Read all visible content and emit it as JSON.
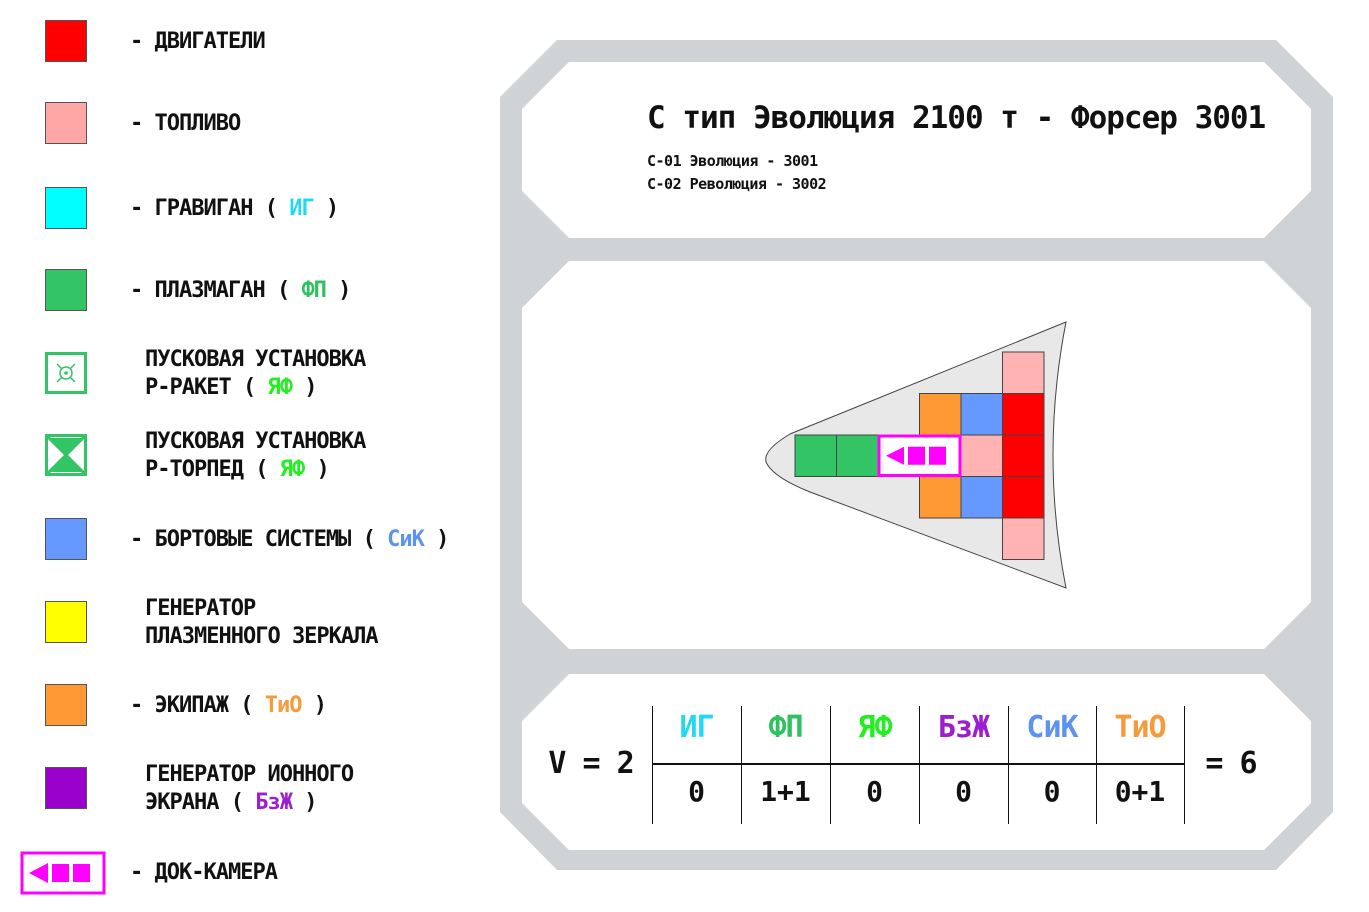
{
  "legend": [
    {
      "prefix": "- ДВИГАТЕЛИ",
      "color": "#ff0000",
      "icon": "solid-square"
    },
    {
      "prefix": "- ТОПЛИВО",
      "color": "#ffa6a6",
      "icon": "solid-square"
    },
    {
      "prefix": "- ГРАВИГАН ( ",
      "code": "ИГ",
      "suffix": " )",
      "color": "#00ffff",
      "icon": "solid-square"
    },
    {
      "prefix": "- ПЛАЗМАГАН ( ",
      "code": "ФП",
      "suffix": " )",
      "color": "#33c466",
      "icon": "solid-square"
    },
    {
      "line1": "ПУСКОВАЯ УСТАНОВКА",
      "prefix": "Р-РАКЕТ ( ",
      "code": "ЯФ",
      "suffix": " )",
      "color": "#33c466",
      "icon": "missile-launcher-icon"
    },
    {
      "line1": "ПУСКОВАЯ УСТАНОВКА",
      "prefix": "Р-ТОРПЕД ( ",
      "code": "ЯФ",
      "suffix": " )",
      "color": "#33c466",
      "icon": "torpedo-launcher-icon"
    },
    {
      "prefix": "- БОРТОВЫЕ СИСТЕМЫ ( ",
      "code": "СиК",
      "suffix": " )",
      "color": "#6699ff",
      "icon": "solid-square"
    },
    {
      "line1": "ГЕНЕРАТОР",
      "prefix": "ПЛАЗМЕННОГО ЗЕРКАЛА",
      "color": "#ffff00",
      "icon": "solid-square"
    },
    {
      "prefix": "- ЭКИПАЖ ( ",
      "code": "ТиО",
      "suffix": " )",
      "color": "#ff9933",
      "icon": "solid-square"
    },
    {
      "line1": "ГЕНЕРАТОР ИОННОГО",
      "prefix": "ЭКРАНА ( ",
      "code": "БзЖ",
      "suffix": " )",
      "color": "#9900cc",
      "icon": "solid-square"
    },
    {
      "prefix": "- ДОК-КАМЕРА",
      "color": "#ff00ff",
      "icon": "dock-chamber-icon"
    }
  ],
  "card": {
    "title": "С тип Эволюция 2100 т - Форсер 3001",
    "variants": [
      "С-01 Эволюция - 3001",
      "С-02 Революция - 3002"
    ]
  },
  "ship": {
    "hull_color": "#e8e8e8",
    "modules": [
      {
        "type": "fuel",
        "col": 5,
        "row": 0
      },
      {
        "type": "crew",
        "col": 3,
        "row": 1
      },
      {
        "type": "systems",
        "col": 4,
        "row": 1
      },
      {
        "type": "engine",
        "col": 5,
        "row": 1
      },
      {
        "type": "plasma",
        "col": 0,
        "row": 2
      },
      {
        "type": "plasma",
        "col": 1,
        "row": 2
      },
      {
        "type": "dock",
        "col": 2,
        "row": 2
      },
      {
        "type": "fuel",
        "col": 4,
        "row": 2
      },
      {
        "type": "engine",
        "col": 5,
        "row": 2
      },
      {
        "type": "crew",
        "col": 3,
        "row": 3
      },
      {
        "type": "systems",
        "col": 4,
        "row": 3
      },
      {
        "type": "engine",
        "col": 5,
        "row": 3
      },
      {
        "type": "fuel",
        "col": 5,
        "row": 4
      }
    ]
  },
  "stats": {
    "v_label": "V = 2",
    "columns": [
      {
        "code": "ИГ",
        "color": "#22d8f2",
        "value": "0"
      },
      {
        "code": "ФП",
        "color": "#2fc060",
        "value": "1+1"
      },
      {
        "code": "ЯФ",
        "color": "#22ee22",
        "value": "0"
      },
      {
        "code": "БзЖ",
        "color": "#9b1fd0",
        "value": "0"
      },
      {
        "code": "СиК",
        "color": "#5b93f0",
        "value": "0"
      },
      {
        "code": "ТиО",
        "color": "#f79a3c",
        "value": "0+1"
      }
    ],
    "total": "= 6"
  },
  "palette": {
    "engine": "#ff0000",
    "fuel": "#ffb3b3",
    "plasma": "#33c466",
    "crew": "#ff9933",
    "systems": "#6699ff",
    "dock": "#ff00ff",
    "card_frame": "#d0d3d6"
  }
}
